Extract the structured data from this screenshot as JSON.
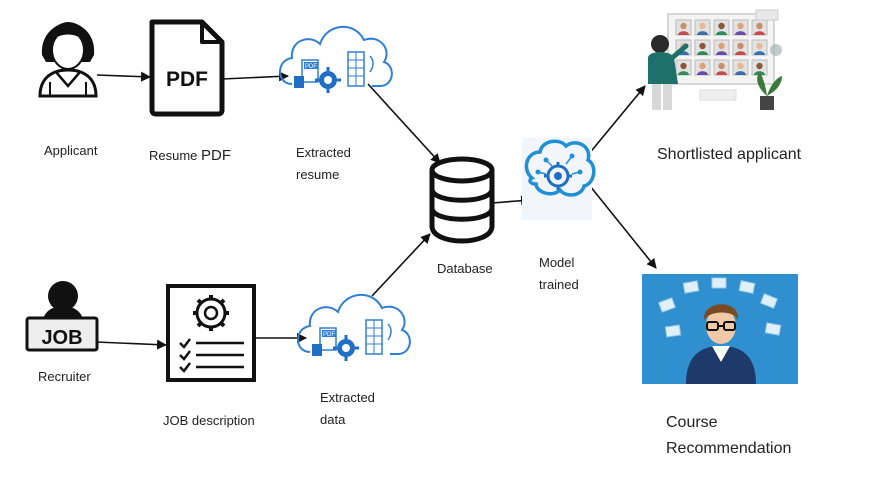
{
  "nodes": {
    "applicant": {
      "label": "Applicant"
    },
    "resume_pdf": {
      "label_prefix": "Resume ",
      "label_suffix": "PDF",
      "doc_text": "PDF"
    },
    "extracted_resume": {
      "line1": "Extracted",
      "line2": "resume",
      "badge": "PDF"
    },
    "database": {
      "label": "Database"
    },
    "model": {
      "line1": "Model",
      "line2": "trained"
    },
    "shortlisted": {
      "label": "Shortlisted applicant"
    },
    "course": {
      "line1": "Course",
      "line2": "Recommendation"
    },
    "recruiter": {
      "label": "Recruiter",
      "board_text": "JOB"
    },
    "job_description": {
      "label": "JOB description"
    },
    "extracted_data": {
      "line1": "Extracted",
      "line2": "data",
      "badge": "PDF"
    }
  },
  "colors": {
    "cloud_blue": "#2f7fd6",
    "gear_blue": "#1f6fc4",
    "course_bg": "#2f8fcf",
    "ink": "#111111"
  }
}
